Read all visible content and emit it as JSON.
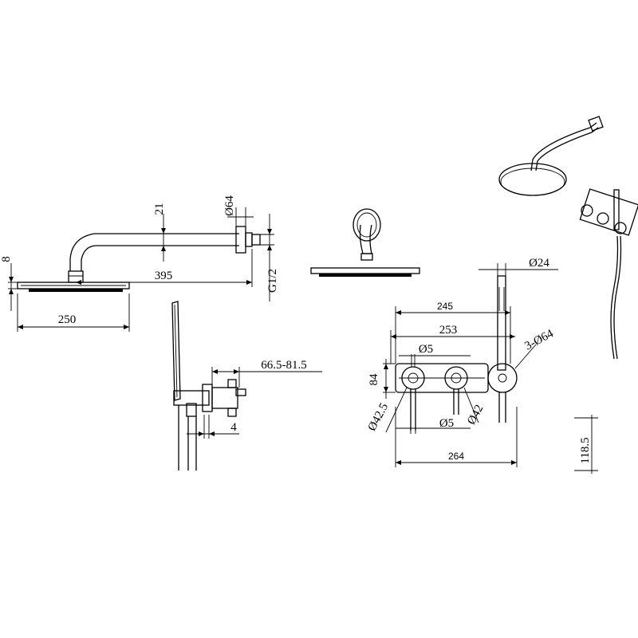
{
  "dimensions": {
    "d8": "8",
    "d250": "250",
    "d21": "21",
    "d395": "395",
    "d64": "Ø64",
    "dG12": "G1/2",
    "d6658": "66.5-81.5",
    "d4": "4",
    "d24": "Ø24",
    "d245": "245",
    "d253": "253",
    "d5a": "Ø5",
    "d364": "3-Ø64",
    "d84": "84",
    "d425": "Ø42.5",
    "d5b": "Ø5",
    "d42": "Ø42",
    "d264": "264",
    "d1185": "118.5"
  }
}
